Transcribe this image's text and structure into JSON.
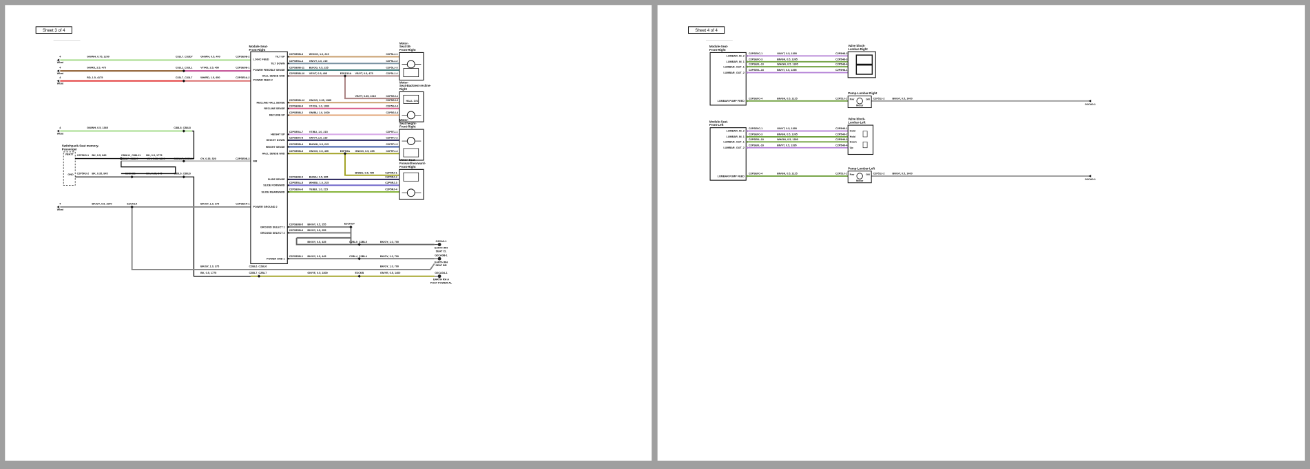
{
  "sheets": [
    "Sheet 3 of 4",
    "Sheet 4 of 4"
  ],
  "p1": {
    "terminal": {
      "num": "4",
      "name": "Wbat"
    },
    "module": {
      "title": [
        "Module-Seat-",
        "Front-Right"
      ],
      "pins": [
        "LOGIC FEED",
        "POWER FEED 1",
        "POWER FEED 2",
        "TILT UP",
        "TILT DOWN",
        "TILT SENSE",
        "HALL SENSE GND",
        "RECLINE HALL SENSE",
        "RECLINE SENSE",
        "RECLINE UP",
        "HEIGHT UP",
        "HEIGHT DOWN",
        "HEIGHT SENSE",
        "HALL SENSE GND",
        "MR",
        "POWER GROUND 2",
        "SLIDE SENSE",
        "SLIDE FORWARD",
        "SLIDE REARWARD",
        "GROUND SELECT 1",
        "GROUND SELECT 2",
        "POWER GND 1"
      ]
    },
    "switchpack": {
      "title": [
        "Switchpack-Seat memory-",
        "Passenger"
      ],
      "pins": [
        "VBATT",
        "GND"
      ]
    },
    "motors": [
      {
        "title": [
          "Motor-",
          "Seat tilt-",
          "Front-Right"
        ]
      },
      {
        "title": [
          "Motor-",
          "Seat-Backrest-recline-",
          "Right"
        ],
        "inner": "HALL 1V1"
      },
      {
        "title": [
          "Motor-",
          "Seat height-",
          "Front-Right"
        ]
      },
      {
        "title": [
          "Motor-Seat-",
          "Forward/rearward-",
          "Front-Right"
        ]
      }
    ],
    "earths": [
      {
        "id": "G2CA0-1",
        "lines": [
          "EARTH RH",
          "SEAT CL"
        ]
      },
      {
        "id": "G2CA0B-1",
        "lines": [
          "EARTH RH",
          "SEAT BR"
        ]
      },
      {
        "id": "G2CA0A-1",
        "lines": [
          "EARTH RH A",
          "POST POWER AL"
        ]
      }
    ],
    "wires": [
      {
        "colors": [
          "#a6dc8c"
        ],
        "labels": [
          "GN/WH, 0.75, 1200",
          "C33L7_C33D7",
          "GN/WH, 0.5, 400",
          "C2PSE0B-2"
        ]
      },
      {
        "colors": [
          "#8b5a2b",
          "#c04a90"
        ],
        "labels": [
          "GN/RD, 2.5, 475",
          "C33L1_C33L1",
          "VT/RD, 2.5, 450",
          "C2PSE0B-1"
        ]
      },
      {
        "colors": [
          "#e02828",
          "#d86060"
        ],
        "labels": [
          "RD, 1.5, 4175",
          "C33L7_C33L7",
          "WH/RD, 1.5, 650",
          "C2PSE0A-2"
        ]
      },
      {
        "colors": [
          "#c9a070"
        ],
        "labels": [
          "C2PSE0B-3",
          "WH/OG, 1.0, 215",
          "C2P5LJ-1"
        ]
      },
      {
        "colors": [
          "#7890a0"
        ],
        "labels": [
          "C2PSE0A-4",
          "GN/VT, 1.0, 215",
          "C2P5LJ-2"
        ]
      },
      {
        "colors": [
          "#2f6f6f"
        ],
        "labels": [
          "C2PSE0B-11",
          "BU/OG, 0.5, 225",
          "C2P5LJ-3"
        ]
      },
      {
        "colors": [
          "#a88080"
        ],
        "labels": [
          "C2PSE0B-10",
          "VE/VT, 0.5, 495",
          "E2PS13A",
          "VE/VT, 0.5, 475",
          "C2P5LJ-4",
          "VE/VT, 0.35, 1015",
          "C2P5GJ-1"
        ]
      },
      {
        "colors": [
          "#c9a070"
        ],
        "labels": [
          "C2PSE0B-12",
          "GN/OG, 0.35, 1365",
          "C2P5GJ-2"
        ]
      },
      {
        "colors": [
          "#d65c88"
        ],
        "labels": [
          "C2PSE0B-9",
          "VT/OG, 1.0, 1000",
          "C2P5GJ-3"
        ]
      },
      {
        "colors": [
          "#e0a070"
        ],
        "labels": [
          "C2PSE0B-2",
          "GN/BU, 1.0, 1000",
          "C2P5GJ-4"
        ]
      },
      {
        "colors": [
          "#d8a8e8"
        ],
        "labels": [
          "C2PSE0A-7",
          "VT/BU, 1.0, 215",
          "C2P5TJ-1"
        ]
      },
      {
        "colors": [
          "#20205a"
        ],
        "labels": [
          "C2PSE0A-8",
          "GN/VT, 1.0, 215",
          "C2P5TJ-2"
        ]
      },
      {
        "colors": [
          "#3050a0"
        ],
        "labels": [
          "C2PSE0B-4",
          "BU/WH, 0.5, 215",
          "C2P5TJ-3"
        ]
      },
      {
        "colors": [
          "#a0a020"
        ],
        "labels": [
          "C2PSE0B-6",
          "GN/OG, 0.5, 495",
          "E2PS9A",
          "GN/OG, 0.5, 495",
          "C2P5TJ-4",
          "BN/BU, 0.5, 495",
          "C2P5RJ-1"
        ]
      },
      {
        "colors": [
          "#25205a"
        ],
        "labels": [
          "C2PSE0B-9",
          "BU/BU, 0.5, 385",
          "C2P5RJ-2"
        ]
      },
      {
        "colors": [
          "#6a60c8"
        ],
        "labels": [
          "C2PSE0A-5",
          "WH/BU, 1.0, 215",
          "C2P5RJ-3"
        ]
      },
      {
        "colors": [
          "#80b030"
        ],
        "labels": [
          "C2PSE0A-6",
          "YE/BU, 1.0, 215",
          "C2P5RJ-4"
        ]
      },
      {
        "colors": [
          "#a6dc8c",
          "#111111"
        ],
        "labels": [
          "GN/WH, 0.5, 1365",
          "C88L8_C88L8",
          "C2P5K3-1",
          "BK, 0.5, 845",
          "C88L11_C88L11",
          "BK, 0.5, 1775"
        ]
      },
      {
        "colors": [
          "#b5b5b5",
          "#111111"
        ],
        "labels": [
          "C88L7_C88L7",
          "WH, 0.35, 1600",
          "C2EL17_C2EL17",
          "GY, 0.35, 520",
          "C2PSE0B-3"
        ]
      },
      {
        "colors": [
          "#111111"
        ],
        "labels": [
          "C2P5K3-2",
          "BK, 0.35, 845",
          "E2CK8B",
          "BK, 0.35, 845",
          "C88L6_C88L6",
          "BK, 0.5, 1775",
          "C2BL7_C2BL7"
        ]
      },
      {
        "colors": [
          "#8a8a8a"
        ],
        "labels": [
          "BK/GY, 0.5, 1000",
          "E2CK1A",
          "BK/GY, 1.0, 375",
          "C2PSE0A-1",
          "BK/GY, 1.0, 375",
          "C2BL6_C2BL6",
          "BK/GY, 1.0, 700"
        ]
      },
      {
        "colors": [
          "#777777"
        ],
        "labels": [
          "C2PSE0B-5",
          "BK/GY, 0.5, 255",
          "E2CKGY",
          "C2PSE0B-6",
          "BK/GY, 0.5, 255"
        ]
      },
      {
        "colors": [
          "#666666"
        ],
        "labels": [
          "BK/GY, 0.5, 435",
          "C2BL5_C2BL5",
          "BK/GY, 1.0, 700"
        ]
      },
      {
        "colors": [
          "#777777"
        ],
        "labels": [
          "C2PSE0B-1",
          "BK/GY, 0.5, 445",
          "C2BL4_C2BL4",
          "BK/GY, 1.0, 700"
        ]
      },
      {
        "colors": [
          "#a0a020"
        ],
        "labels": [
          "GN/YE, 0.5, 1800",
          "E2CKB",
          "GN/YE, 0.5, 1400"
        ]
      }
    ]
  },
  "p2": {
    "modules": [
      {
        "title": [
          "Module-Seat-",
          "Front-Right"
        ],
        "pins": [
          "LUMBAR_IN_2",
          "LUMBAR_IN_1",
          "LUMBAR_OUT_1",
          "LUMBAR_OUT_2",
          "LUMBAR PUMP FEED"
        ]
      },
      {
        "title": [
          "Module-Seat-",
          "Front-Left"
        ],
        "pins": [
          "LUMBAR_IN_2",
          "LUMBAR_IN_1",
          "LUMBAR_OUT_1",
          "LUMBAR_OUT_2",
          "LUMBAR PUMP FEED"
        ]
      }
    ],
    "valves": [
      {
        "title": [
          "Valve block-",
          "Lumbar-Right"
        ],
        "inner": [
          "Hold",
          "Hold",
          "Down",
          "Up"
        ]
      },
      {
        "title": [
          "Valve block-",
          "Lumbar-Left"
        ],
        "inner": [
          "Hold",
          "Hold",
          "Down",
          "Up"
        ]
      }
    ],
    "pumps": [
      {
        "title": "Pump-Lumbar-Right",
        "inner": [
          "Pwr",
          "GN",
          "Motor"
        ]
      },
      {
        "title": "Pump-Lumbar-Left",
        "inner": [
          "Pwr",
          "GN",
          "Motor"
        ]
      }
    ],
    "earth": {
      "id": "G2CA0-1"
    },
    "wires": [
      {
        "colors": [
          "#b888d8"
        ],
        "labels": [
          "C2PSE0C-1",
          "GN/VT, 0.5, 1395",
          "C2P5H8-2"
        ]
      },
      {
        "colors": [
          "#70a040"
        ],
        "labels": [
          "C2PSE0C-3",
          "BN/GN, 0.5, 1395",
          "C2P5H8-3"
        ]
      },
      {
        "colors": [
          "#70a040"
        ],
        "labels": [
          "C2PSE0L-10",
          "WH/GN, 0.5, 1395",
          "C2P5H8-4"
        ]
      },
      {
        "colors": [
          "#b888d8"
        ],
        "labels": [
          "C2PSE0L-16",
          "BN/VT, 0.5, 1395",
          "C2P5H8-1"
        ]
      },
      {
        "colors": [
          "#70a040",
          "#999999"
        ],
        "labels": [
          "C2PSE0C-4",
          "BN/GN, 0.5, 1125",
          "C2P51J-1",
          "C2P51J-2",
          "BN/GY, 0.5, 1400"
        ]
      },
      {
        "colors": [
          "#b888d8"
        ],
        "labels": [
          "C2PSE0C-1",
          "GN/VT, 0.5, 1395",
          "C2P5H9-1"
        ]
      },
      {
        "colors": [
          "#70a040"
        ],
        "labels": [
          "C2PSE0C-3",
          "BN/GN, 0.5, 1395",
          "C2P5H9-2"
        ]
      },
      {
        "colors": [
          "#70a040"
        ],
        "labels": [
          "C2PSE0L-10",
          "WH/GN, 0.5, 1395",
          "C2P5H9-3"
        ]
      },
      {
        "colors": [
          "#b888d8"
        ],
        "labels": [
          "C2PSE0L-16",
          "BN/VT, 0.5, 1395",
          "C2P5H9-4"
        ]
      },
      {
        "colors": [
          "#70a040",
          "#999999"
        ],
        "labels": [
          "C2PSE0C-4",
          "BN/GN, 0.5, 1125",
          "C2P51J-1",
          "C2P51J-2",
          "BN/GY, 0.5, 1400"
        ]
      }
    ]
  }
}
